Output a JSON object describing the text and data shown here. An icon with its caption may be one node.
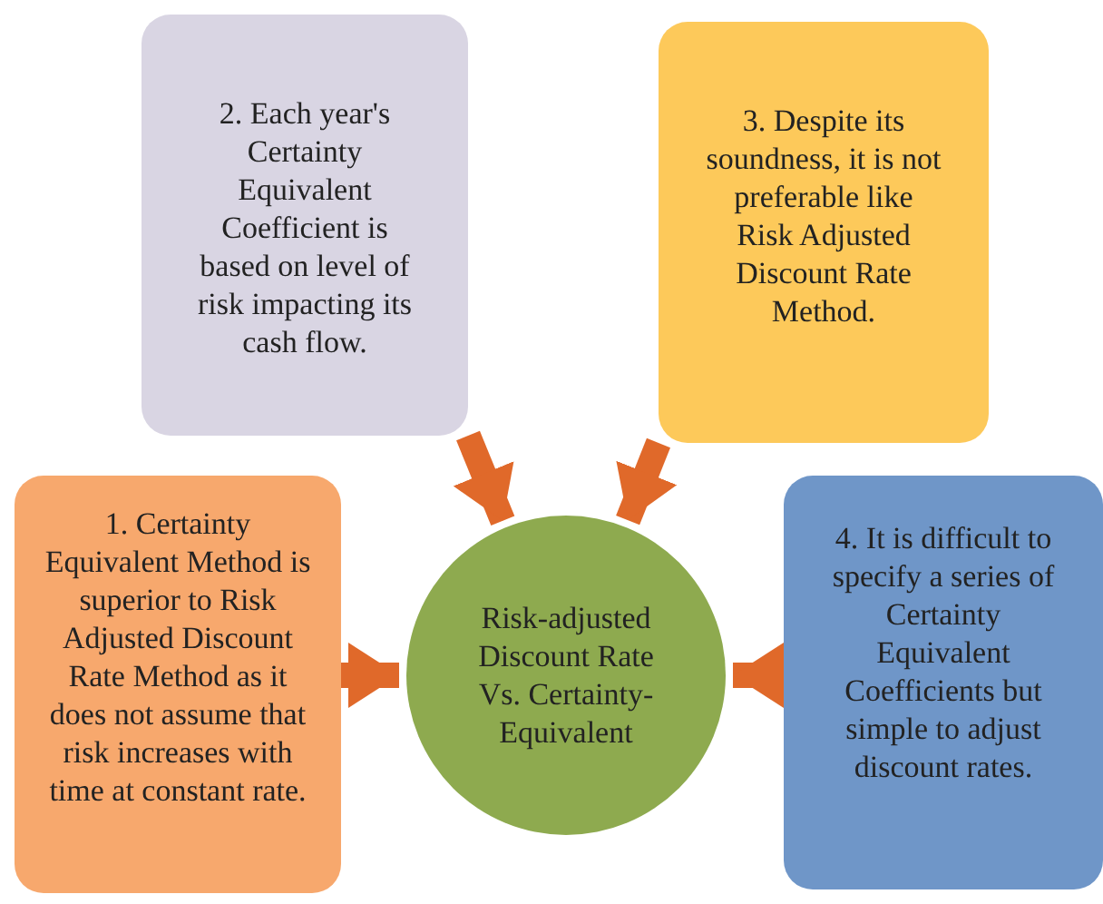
{
  "diagram": {
    "nodes": [
      {
        "text": [
          "2. Each year's Certainty Equivalent Coefficient is based on level of risk impacting its cash flow."
        ]
      },
      {
        "text": [
          "3. Despite its soundness, it is not preferable like Risk Adjusted Discount Rate Method."
        ]
      },
      {
        "text": [
          "1. Certainty Equivalent Method is superior to Risk Adjusted Discount Rate Method as it does not assume that risk increases with time at constant rate."
        ]
      },
      {
        "text": [
          "Risk-adjusted Discount Rate Vs. Certainty-Equivalent"
        ]
      },
      {
        "text": [
          "4. It is difficult to specify a series of Certainty Equivalent Coefficients but simple to adjust discount rates."
        ]
      }
    ],
    "edges": [
      {
        "from": 0,
        "to": 3,
        "arrow": "to"
      },
      {
        "from": 1,
        "to": 3,
        "arrow": "to"
      },
      {
        "from": 2,
        "to": 3,
        "arrow": "to"
      },
      {
        "from": 4,
        "to": 3,
        "arrow": "to"
      }
    ]
  }
}
